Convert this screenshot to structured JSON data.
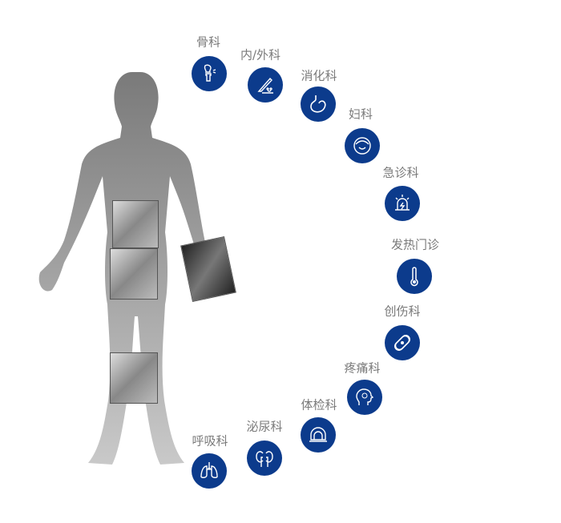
{
  "accent_color": "#0c3b8c",
  "departments": [
    {
      "label": "骨科",
      "icon": "bone-joint-icon"
    },
    {
      "label": "内/外科",
      "icon": "scalpel-icon"
    },
    {
      "label": "消化科",
      "icon": "stomach-icon"
    },
    {
      "label": "妇科",
      "icon": "woman-face-icon"
    },
    {
      "label": "急诊科",
      "icon": "siren-icon"
    },
    {
      "label": "发热门诊",
      "icon": "thermometer-icon"
    },
    {
      "label": "创伤科",
      "icon": "bandage-icon"
    },
    {
      "label": "疼痛科",
      "icon": "head-pain-icon"
    },
    {
      "label": "体检科",
      "icon": "scanner-icon"
    },
    {
      "label": "泌尿科",
      "icon": "kidney-icon"
    },
    {
      "label": "呼吸科",
      "icon": "lungs-icon"
    }
  ]
}
